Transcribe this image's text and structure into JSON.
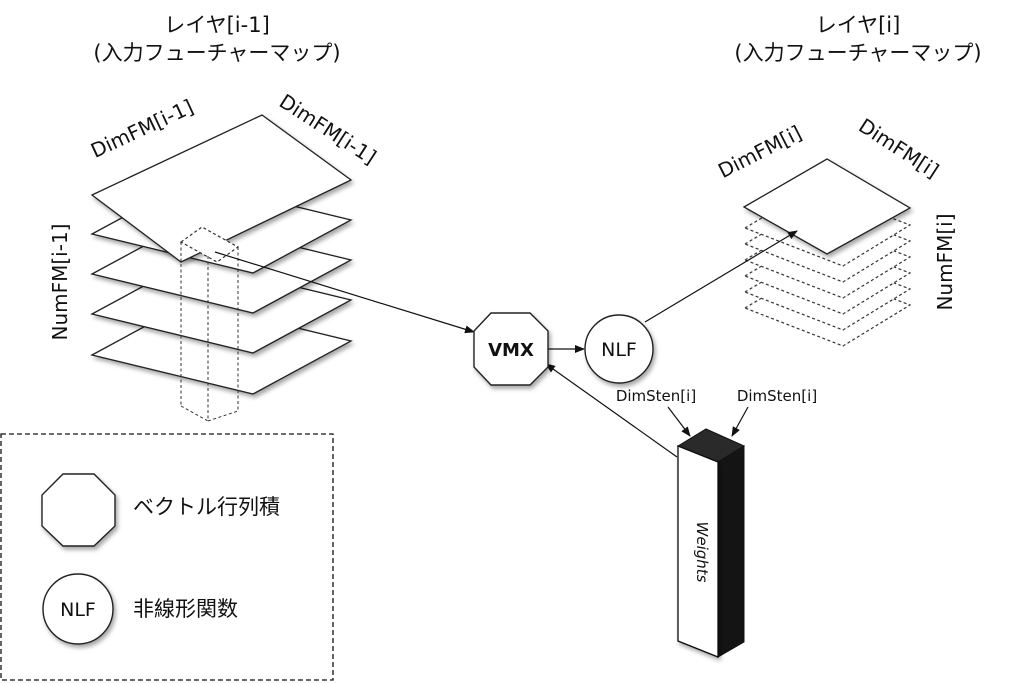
{
  "layers": {
    "prev": {
      "title": "レイヤ[i-1]",
      "subtitle": "(入力フューチャーマップ)",
      "dim_left": "DimFM[i-1]",
      "dim_right": "DimFM[i-1]",
      "num": "NumFM[i-1]",
      "plane_count": 5
    },
    "next": {
      "title": "レイヤ[i]",
      "subtitle": "(入力フューチャーマップ)",
      "dim_left": "DimFM[i]",
      "dim_right": "DimFM[i]",
      "num": "NumFM[i]",
      "plane_count": 7
    }
  },
  "nodes": {
    "vmx": "VMX",
    "nlf": "NLF"
  },
  "weights": {
    "label": "Weights",
    "sten_left": "DimSten[i]",
    "sten_right": "DimSten[i]"
  },
  "legend": {
    "octagon_label": "ベクトル行列積",
    "circle_symbol": "NLF",
    "circle_label": "非線形関数"
  }
}
